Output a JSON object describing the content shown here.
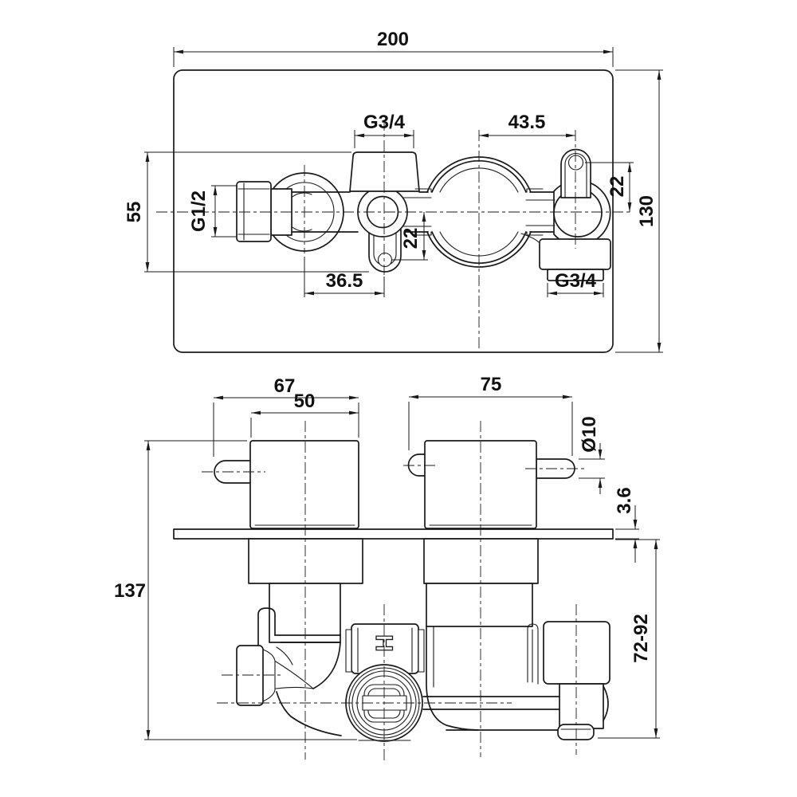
{
  "page": {
    "background": "#ffffff",
    "line_color": "#1a1a1a"
  },
  "top_view": {
    "description": "plan view of concealed thermostatic valve on wall plate",
    "dims": {
      "plate_width": "200",
      "plate_height": "130",
      "body_height": "55",
      "inlet_thread": "G1/2",
      "top_port_thread": "G3/4",
      "lug_offset_from_cartridge": "43.5",
      "lug_rise_right": "22",
      "lug_drop_center": "22",
      "inlet_to_port_offset": "36.5",
      "bottom_port_thread": "G3/4"
    }
  },
  "front_view": {
    "description": "front elevation with handles, wall plate and rough-in body",
    "dims": {
      "left_handle_overall": "67",
      "left_handle_body": "50",
      "right_handle_overall": "75",
      "lever_diameter": "Ø10",
      "plate_thickness": "3.6",
      "overall_height": "137",
      "installation_depth_range": "72-92"
    },
    "markings": {
      "hot_indicator": "H"
    }
  }
}
